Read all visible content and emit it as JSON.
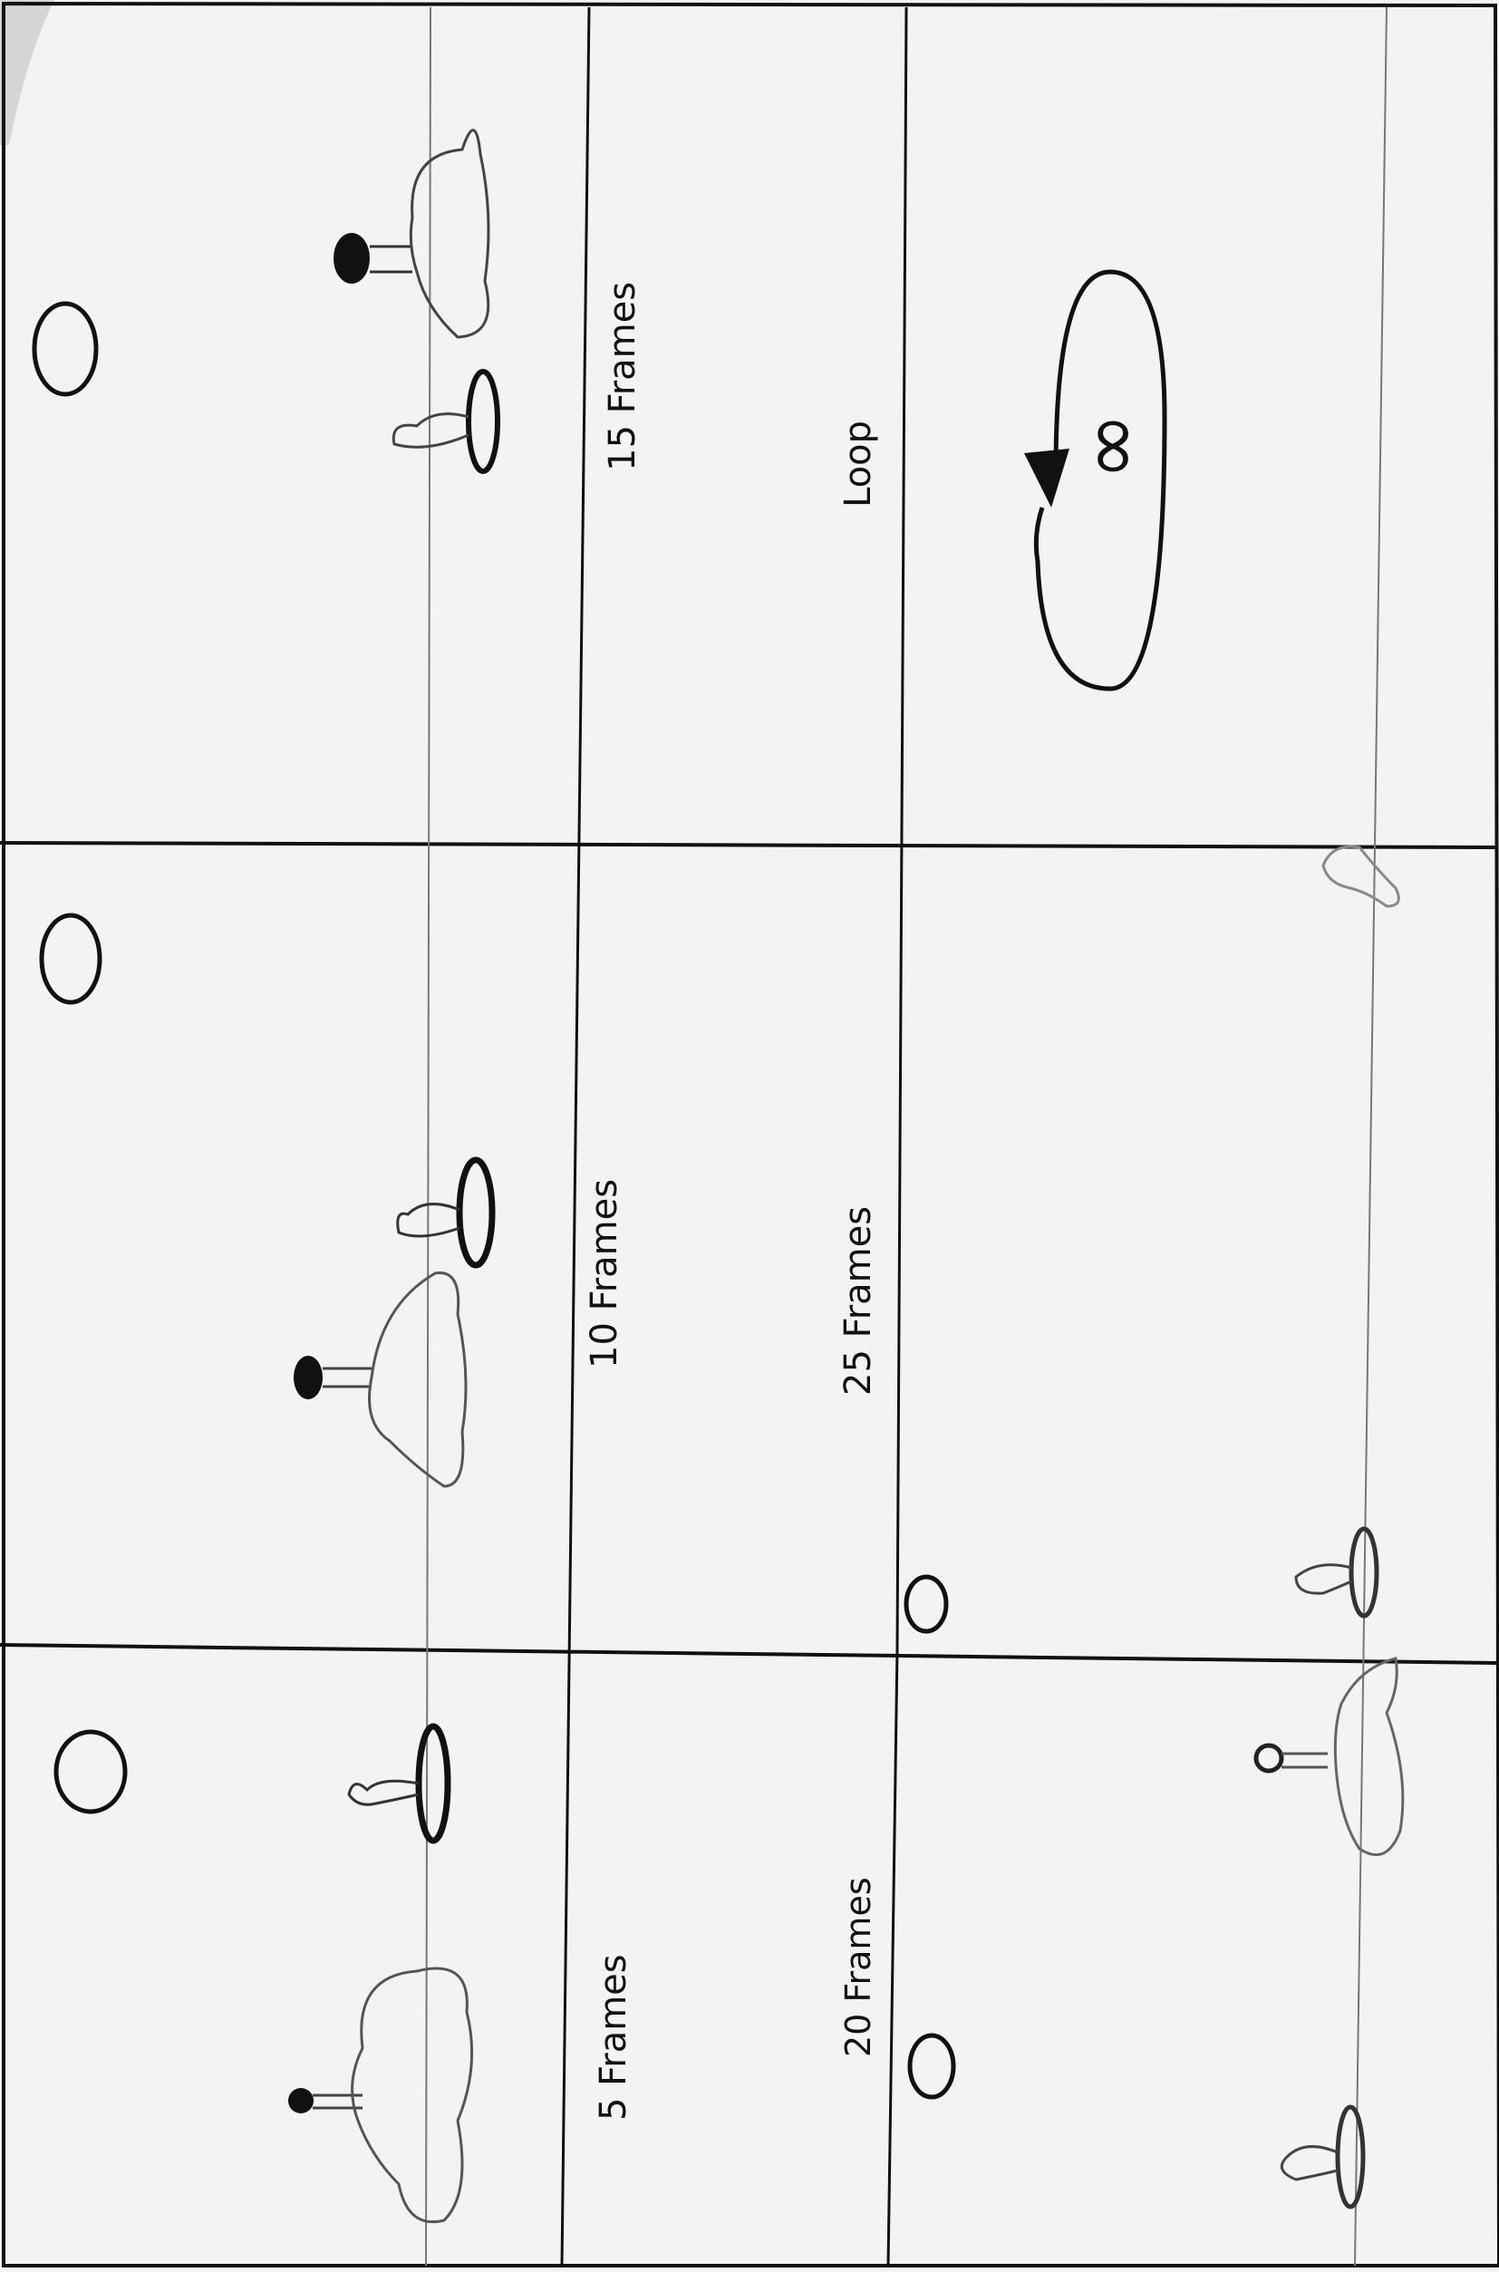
{
  "storyboard": {
    "labels": {
      "panel_1": "5 Frames",
      "panel_2": "10 Frames",
      "panel_3": "15 Frames",
      "panel_4": "20 Frames",
      "panel_5": "25 Frames",
      "panel_6": "Loop"
    },
    "loop_symbol": "∞"
  },
  "colors": {
    "paper": "#f3f3f1",
    "ink": "#111111",
    "pencil": "#555555"
  },
  "icon_names": [
    "sun-icon",
    "cloud-icon",
    "tree-icon",
    "pond-icon",
    "loop-arrow-icon",
    "infinity-icon"
  ]
}
